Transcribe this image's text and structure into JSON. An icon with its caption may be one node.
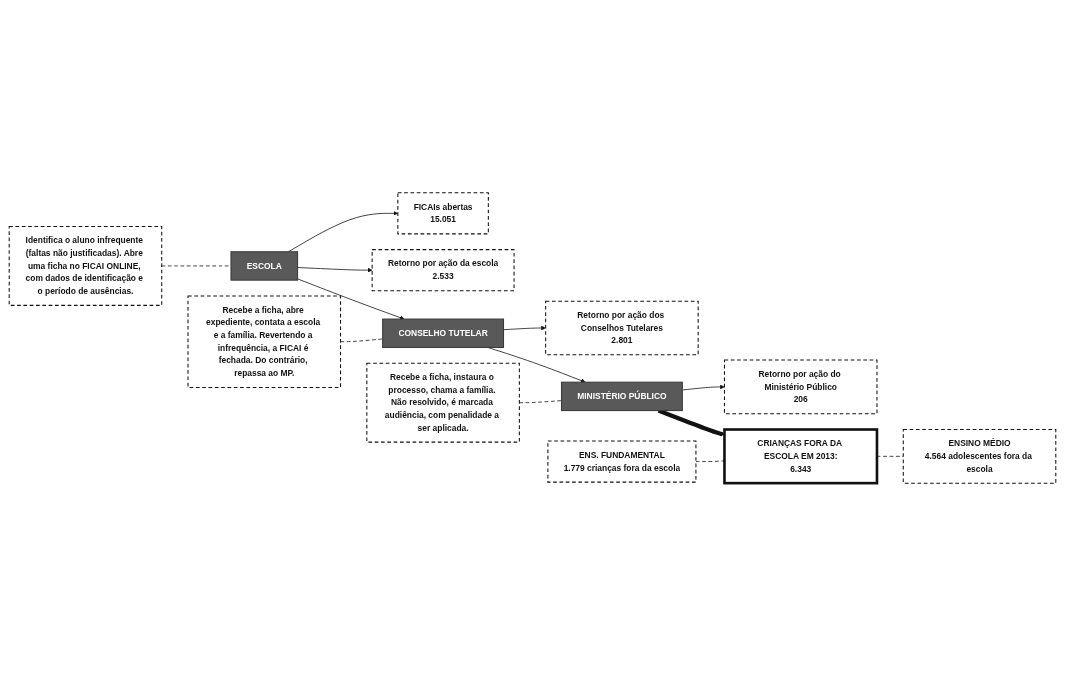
{
  "diagram": {
    "nodes": [
      {
        "text": [
          "ESCOLA"
        ]
      },
      {
        "text": [
          "Identifica o aluno infrequente (faltas não justificadas). Abre uma ficha no FICAI ONLINE, com dados de identificação e o período de ausências."
        ]
      },
      {
        "text": [
          "FICAIs abertas",
          "15.051"
        ]
      },
      {
        "text": [
          "Retorno por ação da escola",
          "2.533"
        ]
      },
      {
        "text": [
          "CONSELHO TUTELAR"
        ]
      },
      {
        "text": [
          "Recebe a ficha, abre expediente, contata a escola e a família. Revertendo a infrequência, a FICAI é fechada. Do contrário, repassa ao MP."
        ]
      },
      {
        "text": [
          "Retorno por ação dos Conselhos Tutelares",
          "2.801"
        ]
      },
      {
        "text": [
          "MINISTÉRIO PÚBLICO"
        ]
      },
      {
        "text": [
          "Recebe a ficha, instaura o processo, chama a família. Não resolvido, é marcada audiência, com penalidade a ser aplicada."
        ]
      },
      {
        "text": [
          "Retorno por ação do Ministério Público",
          "206"
        ]
      },
      {
        "text": [
          "CRIANÇAS FORA DA ESCOLA EM 2013:",
          "6.343"
        ]
      },
      {
        "text": [
          "ENS. FUNDAMENTAL",
          "1.779 crianças fora da escola"
        ]
      },
      {
        "text": [
          "ENSINO MÉDIO",
          "4.564 adolescentes fora da escola"
        ]
      }
    ],
    "edges": [
      {
        "from": 1,
        "to": 0,
        "arrow": "none",
        "style": "dashed"
      },
      {
        "from": 0,
        "to": 2,
        "arrow": "to"
      },
      {
        "from": 0,
        "to": 3,
        "arrow": "to"
      },
      {
        "from": 0,
        "to": 4,
        "arrow": "to"
      },
      {
        "from": 5,
        "to": 4,
        "arrow": "none",
        "style": "dashed"
      },
      {
        "from": 4,
        "to": 6,
        "arrow": "to"
      },
      {
        "from": 4,
        "to": 7,
        "arrow": "to"
      },
      {
        "from": 8,
        "to": 7,
        "arrow": "none",
        "style": "dashed"
      },
      {
        "from": 7,
        "to": 9,
        "arrow": "to"
      },
      {
        "from": 7,
        "to": 10,
        "arrow": "to",
        "style": "thick"
      },
      {
        "from": 11,
        "to": 10,
        "arrow": "none",
        "style": "dashed"
      },
      {
        "from": 10,
        "to": 12,
        "arrow": "none",
        "style": "dashed"
      }
    ]
  }
}
